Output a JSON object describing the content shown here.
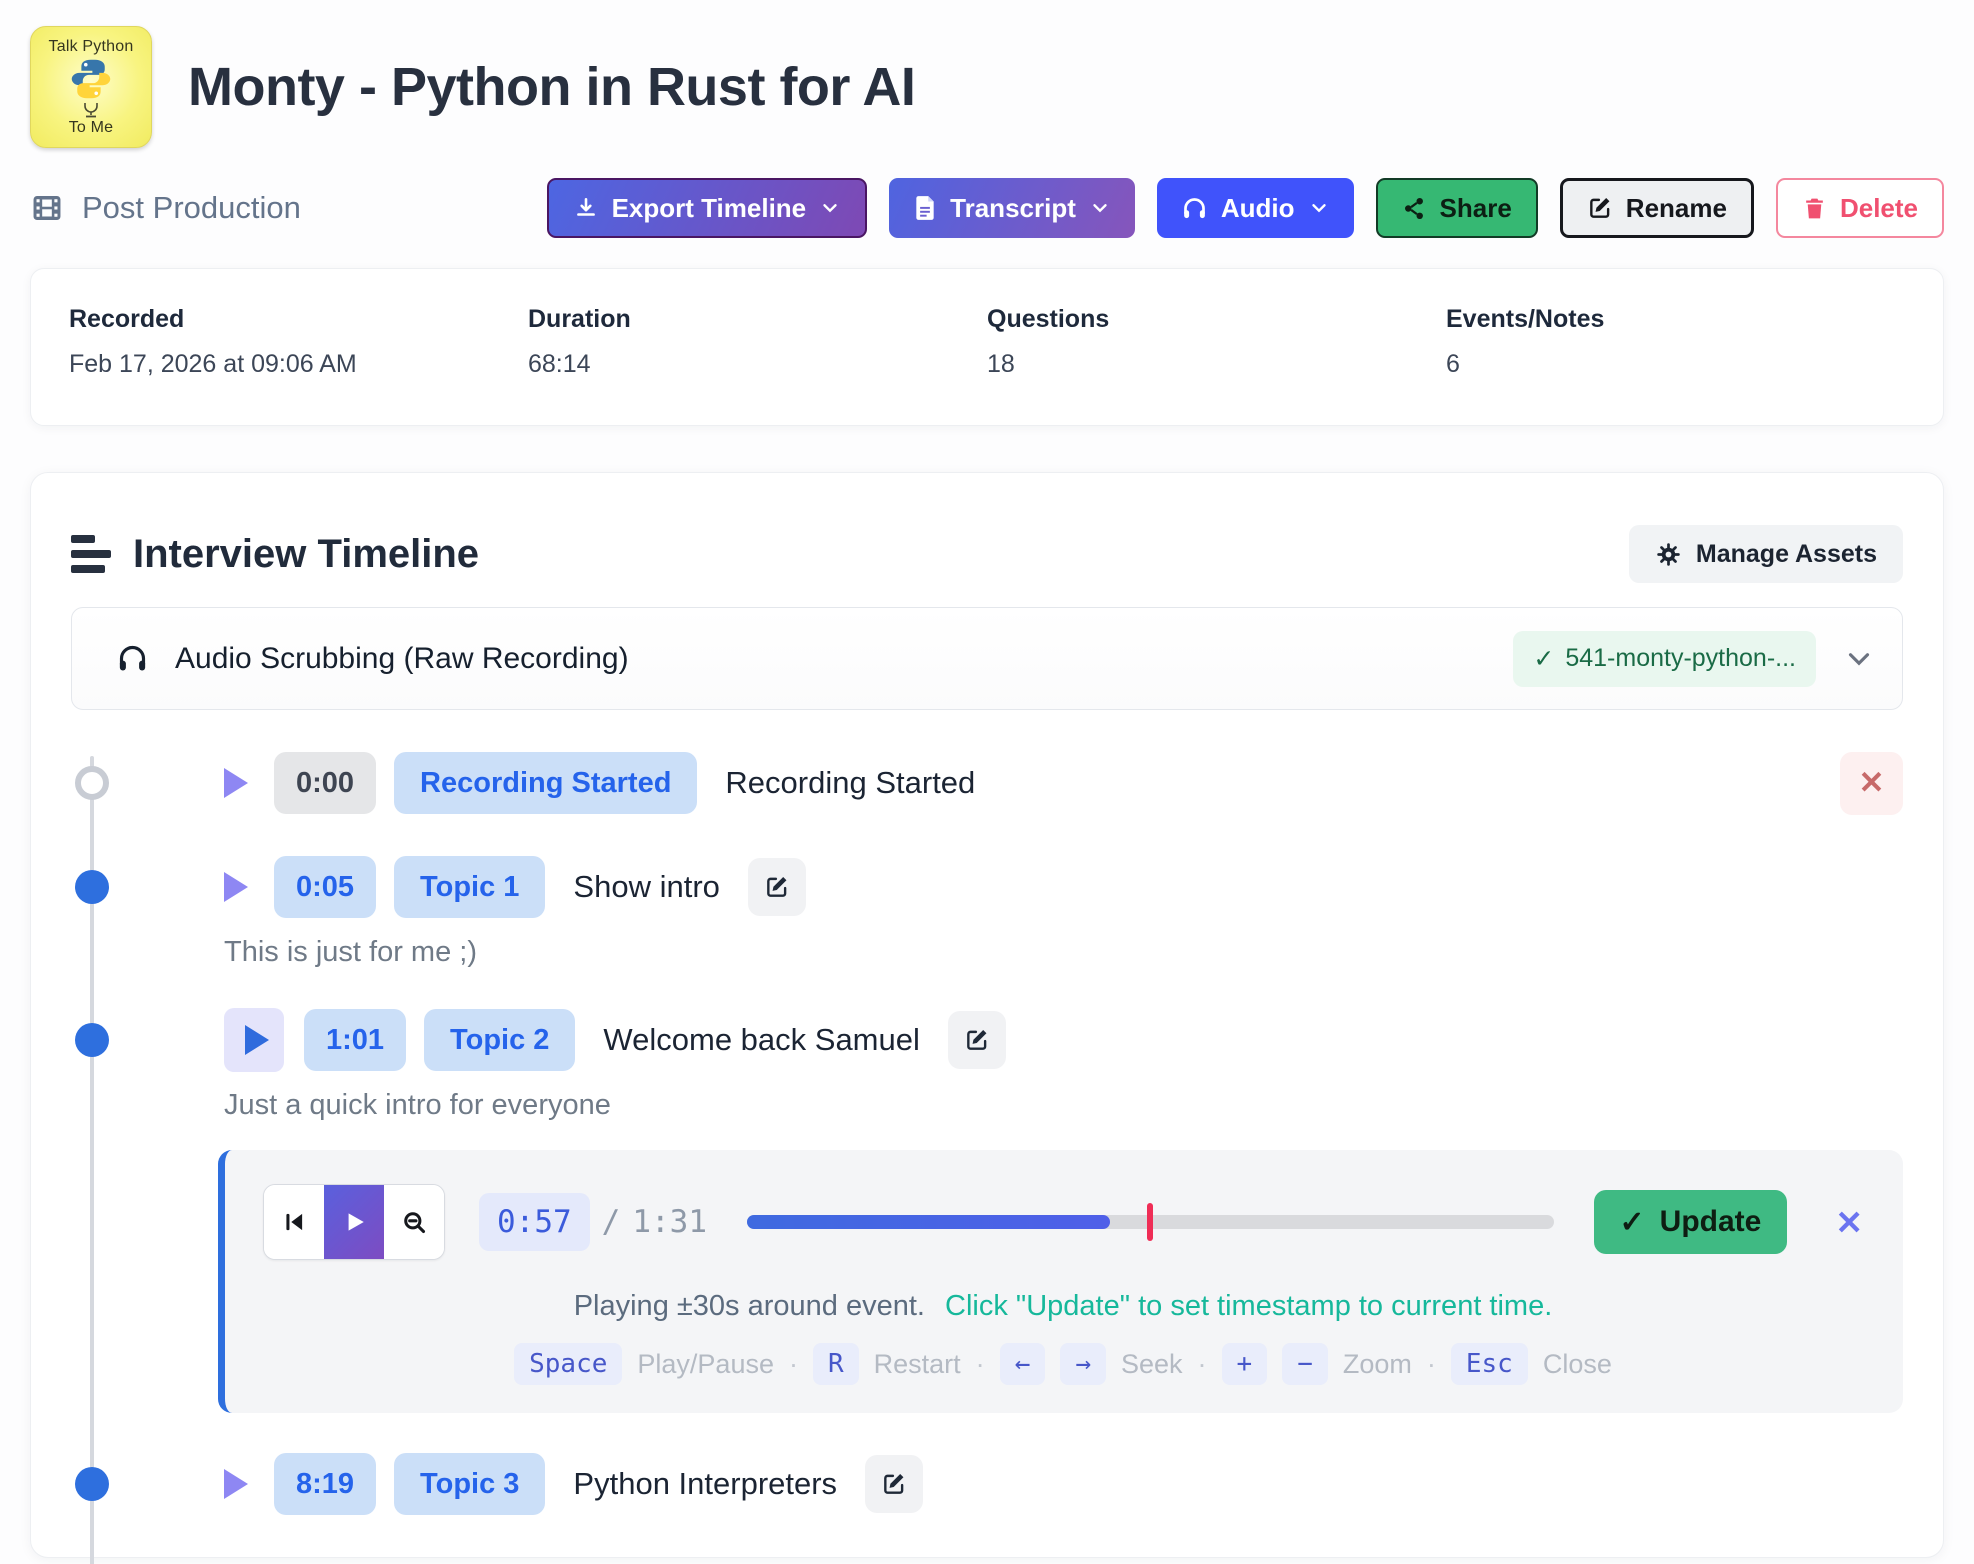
{
  "header": {
    "logo_line1": "Talk Python",
    "logo_line2": "To Me",
    "title": "Monty - Python in Rust for AI",
    "subtitle": "Post Production",
    "buttons": {
      "export": "Export Timeline",
      "transcript": "Transcript",
      "audio": "Audio",
      "share": "Share",
      "rename": "Rename",
      "delete": "Delete"
    }
  },
  "stats": [
    {
      "label": "Recorded",
      "value": "Feb 17, 2026 at 09:06 AM"
    },
    {
      "label": "Duration",
      "value": "68:14"
    },
    {
      "label": "Questions",
      "value": "18"
    },
    {
      "label": "Events/Notes",
      "value": "6"
    }
  ],
  "timeline": {
    "title": "Interview Timeline",
    "manage_assets": "Manage Assets",
    "scrubber": {
      "label": "Audio Scrubbing (Raw Recording)",
      "check": "✓",
      "asset": "541-monty-python-..."
    }
  },
  "events": [
    {
      "time": "0:00",
      "badge": "Recording Started",
      "label": "Recording Started"
    },
    {
      "time": "0:05",
      "badge": "Topic 1",
      "label": "Show intro",
      "note": "This is just for me ;)"
    },
    {
      "time": "1:01",
      "badge": "Topic 2",
      "label": "Welcome back Samuel",
      "note": "Just a quick intro for everyone"
    },
    {
      "time": "8:19",
      "badge": "Topic 3",
      "label": "Python Interpreters"
    }
  ],
  "player": {
    "current": "0:57",
    "separator": "/",
    "total": "1:31",
    "progress_pct": 45,
    "marker_pct": 50,
    "check": "✓",
    "update_label": "Update",
    "close": "✕",
    "hint_static": "Playing ±30s around event.",
    "hint_action": "Click \"Update\" to set timestamp to current time.",
    "shortcuts": {
      "space": "Space",
      "space_label": "Play/Pause",
      "r": "R",
      "r_label": "Restart",
      "left": "←",
      "right": "→",
      "seek_label": "Seek",
      "plus": "+",
      "minus": "−",
      "zoom_label": "Zoom",
      "esc": "Esc",
      "esc_label": "Close",
      "dot": "·"
    }
  },
  "icons": {
    "close": "✕"
  },
  "colors": {
    "accent_blue": "#2563eb",
    "timeline_blue": "#2e6fde",
    "accent_green": "#3fba83",
    "accent_teal": "#16b89b",
    "marker_red": "#ef2d56",
    "danger_pink": "#f05070",
    "logo_yellow": "#f8f480"
  }
}
